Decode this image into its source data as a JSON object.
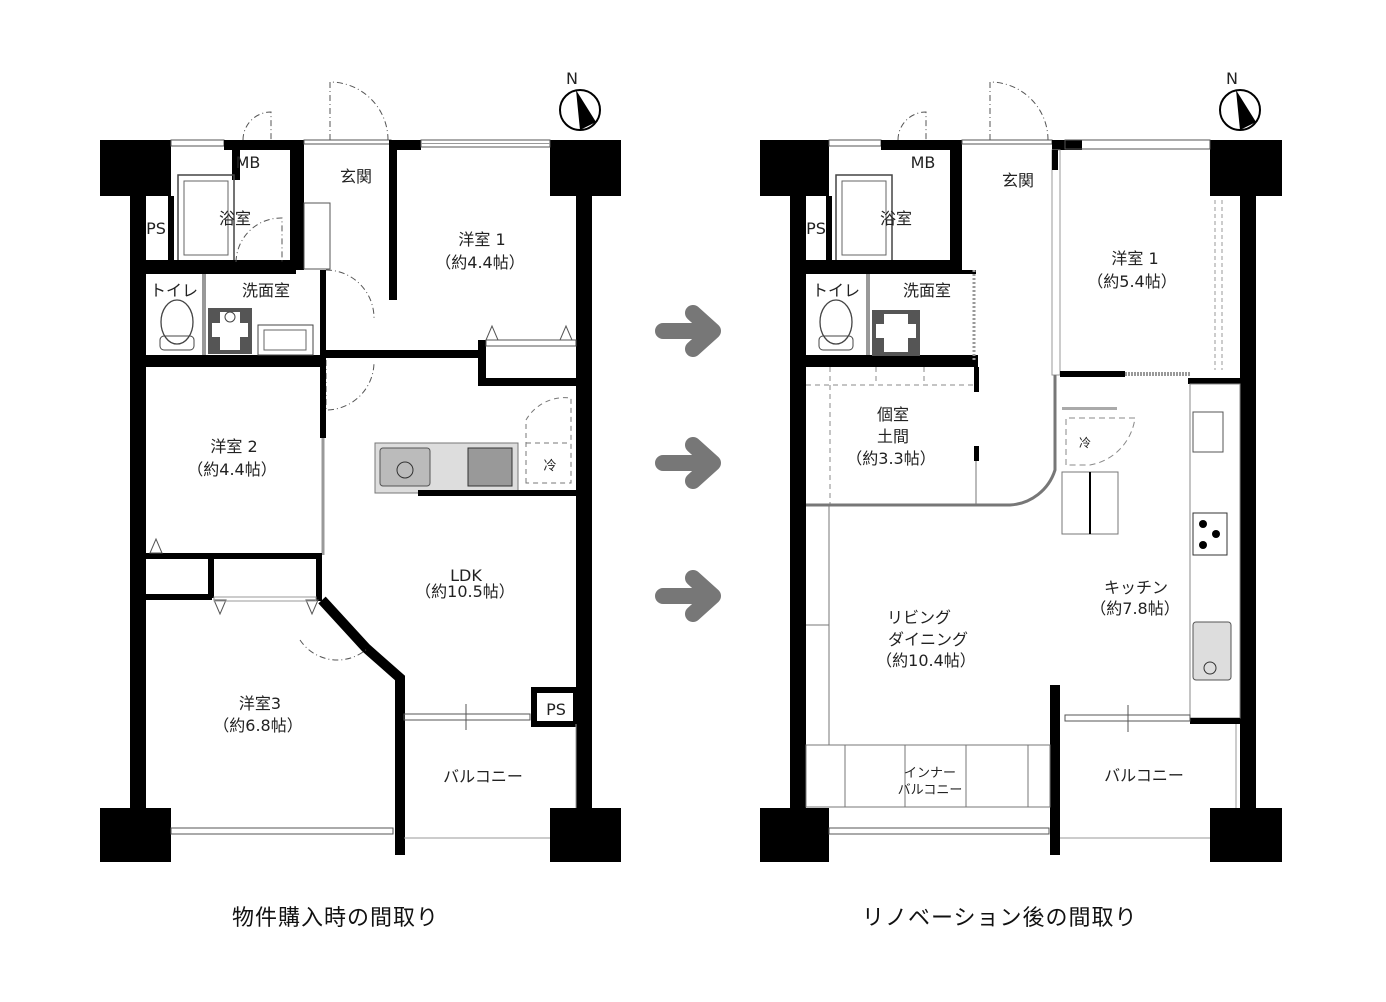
{
  "before": {
    "caption": "物件購入時の間取り",
    "rooms": {
      "mb": "MB",
      "entrance": "玄関",
      "bath": "浴室",
      "ps_top": "PS",
      "toilet": "トイレ",
      "washroom": "洗面室",
      "western1_name": "洋室 1",
      "western1_size": "（約4.4帖）",
      "western2_name": "洋室 2",
      "western2_size": "（約4.4帖）",
      "ldk_name": "LDK",
      "ldk_size": "（約10.5帖）",
      "fridge": "冷",
      "western3_name": "洋室3",
      "western3_size": "（約6.8帖）",
      "ps_bottom": "PS",
      "balcony": "バルコニー"
    },
    "compass": "N"
  },
  "after": {
    "caption": "リノベーション後の間取り",
    "rooms": {
      "mb": "MB",
      "entrance": "玄関",
      "bath": "浴室",
      "ps_top": "PS",
      "toilet": "トイレ",
      "washroom": "洗面室",
      "western1_name": "洋室 1",
      "western1_size": "（約5.4帖）",
      "private_line1": "個室",
      "private_line2": "土間",
      "private_size": "（約3.3帖）",
      "fridge": "冷",
      "kitchen_name": "キッチン",
      "kitchen_size": "（約7.8帖）",
      "living_line1": "リビング",
      "living_line2": "ダイニング",
      "living_size": "（約10.4帖）",
      "inner_balcony_line1": "インナー",
      "inner_balcony_line2": "バルコニー",
      "balcony": "バルコニー"
    },
    "compass": "N"
  },
  "arrows": [
    {
      "icon": "arrow-right-icon",
      "color": "#777777"
    },
    {
      "icon": "arrow-right-icon",
      "color": "#777777"
    },
    {
      "icon": "arrow-right-icon",
      "color": "#777777"
    }
  ]
}
